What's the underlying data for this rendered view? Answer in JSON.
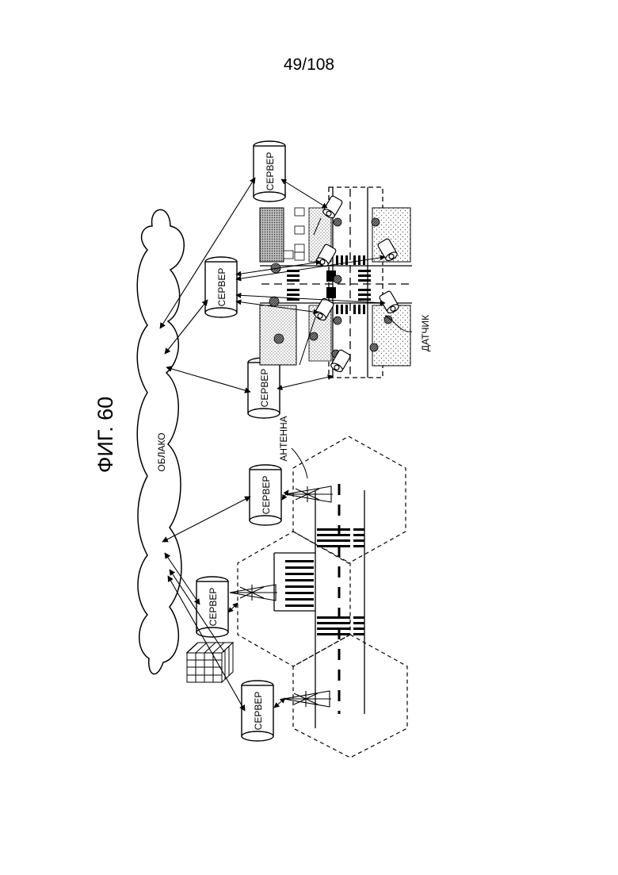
{
  "page_number": "49/108",
  "figure_title": "ФИГ. 60",
  "labels": {
    "cloud": "ОБЛАКО",
    "server": "СЕРВЕР",
    "antenna": "АНТЕННА",
    "sensor": "ДАТЧИК"
  }
}
